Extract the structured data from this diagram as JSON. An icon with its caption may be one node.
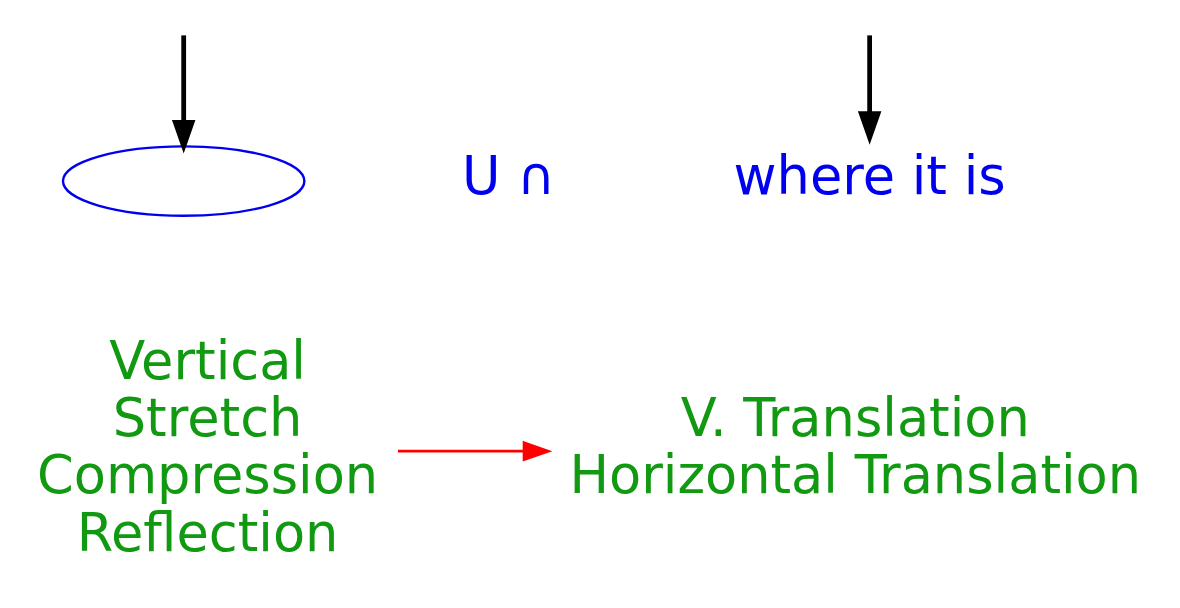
{
  "diagram": {
    "nodes": [
      {
        "text": [],
        "shape": "arc"
      },
      {
        "text": [
          "where it is"
        ]
      },
      {
        "text": [
          "Vertical",
          "Stretch",
          "Compression",
          "Reflection"
        ]
      },
      {
        "text": [
          "V. Translation",
          "Horizontal Translation"
        ]
      }
    ],
    "edges": [
      {
        "from": null,
        "to": 0,
        "arrow": "to"
      },
      {
        "from": null,
        "to": 1,
        "arrow": "to"
      },
      {
        "from": 2,
        "to": 3,
        "arrow": "to",
        "color": "#ff0000"
      }
    ],
    "labels": [
      "U ∩"
    ]
  }
}
